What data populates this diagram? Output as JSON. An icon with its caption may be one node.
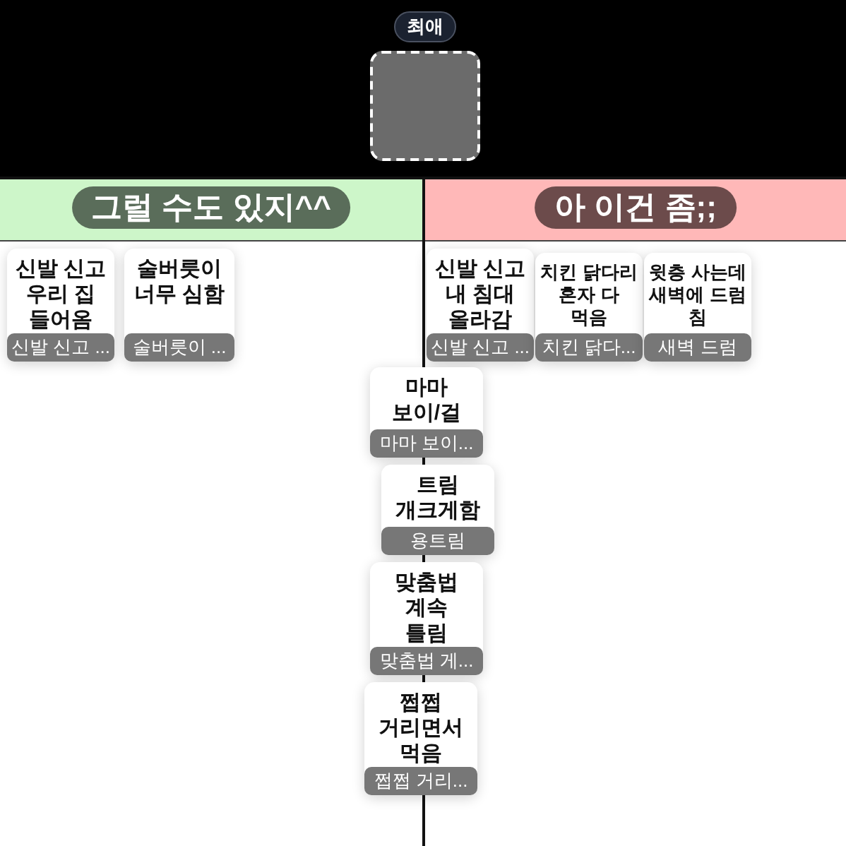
{
  "diagram": {
    "nodes": [
      {
        "text": [],
        "shape": "box",
        "beside": [
          "최애"
        ]
      },
      {
        "text": [
          "그럴 수도 있지^^"
        ]
      },
      {
        "text": [
          "신발 신고 우리 집 들어옴",
          "신발 신고 ..."
        ]
      },
      {
        "text": [
          "술버릇이 너무 심함",
          "술버릇이 ..."
        ]
      },
      {
        "text": [
          "아 이건 좀;;"
        ]
      },
      {
        "text": [
          "신발 신고 내 침대 올라감",
          "신발 신고 ..."
        ]
      },
      {
        "text": [
          "치킨 닭다리 혼자 다 먹음",
          "치킨 닭다..."
        ]
      },
      {
        "text": [
          "윗층 사는데 새벽에 드럼 침",
          "새벽 드럼"
        ]
      },
      {
        "text": [
          "마마 보이/걸",
          "마마 보이..."
        ]
      },
      {
        "text": [
          "트림 개크게함",
          "용트림"
        ]
      },
      {
        "text": [
          "맞춤법 계속 틀림",
          "맞춤법 게..."
        ]
      },
      {
        "text": [
          "쩝쩝 거리면서 먹음",
          "쩝쩝 거리..."
        ]
      }
    ]
  }
}
